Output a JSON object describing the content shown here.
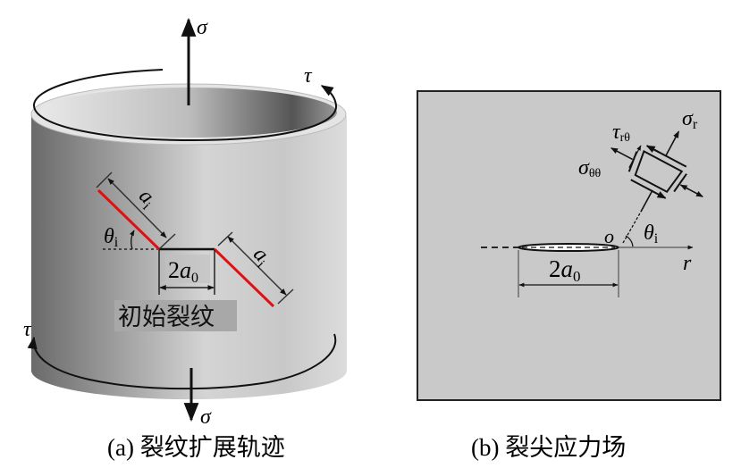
{
  "panel_a": {
    "sigma_top": "σ",
    "sigma_bottom": "σ",
    "tau_top": "τ",
    "tau_bottom": "τ",
    "crack_length_left": {
      "base": "a",
      "sub": "i"
    },
    "crack_length_right": {
      "base": "a",
      "sub": "i"
    },
    "angle": {
      "base": "θ",
      "sub": "i"
    },
    "initial_length": {
      "coef": "2",
      "base": "a",
      "sub": "0"
    },
    "initial_crack_label": "初始裂纹",
    "caption": "(a) 裂纹扩展轨迹",
    "crack_color": "#e01010"
  },
  "panel_b": {
    "sigma_r": {
      "base": "σ",
      "sub": "r"
    },
    "tau_rtheta": {
      "base": "τ",
      "sub": "rθ"
    },
    "sigma_thetatheta": {
      "base": "σ",
      "sub": "θθ"
    },
    "origin": "o",
    "angle": {
      "base": "θ",
      "sub": "i"
    },
    "axis_r": "r",
    "initial_length": {
      "coef": "2",
      "base": "a",
      "sub": "0"
    },
    "caption": "(b) 裂尖应力场",
    "background_color": "#c9c9c9"
  }
}
